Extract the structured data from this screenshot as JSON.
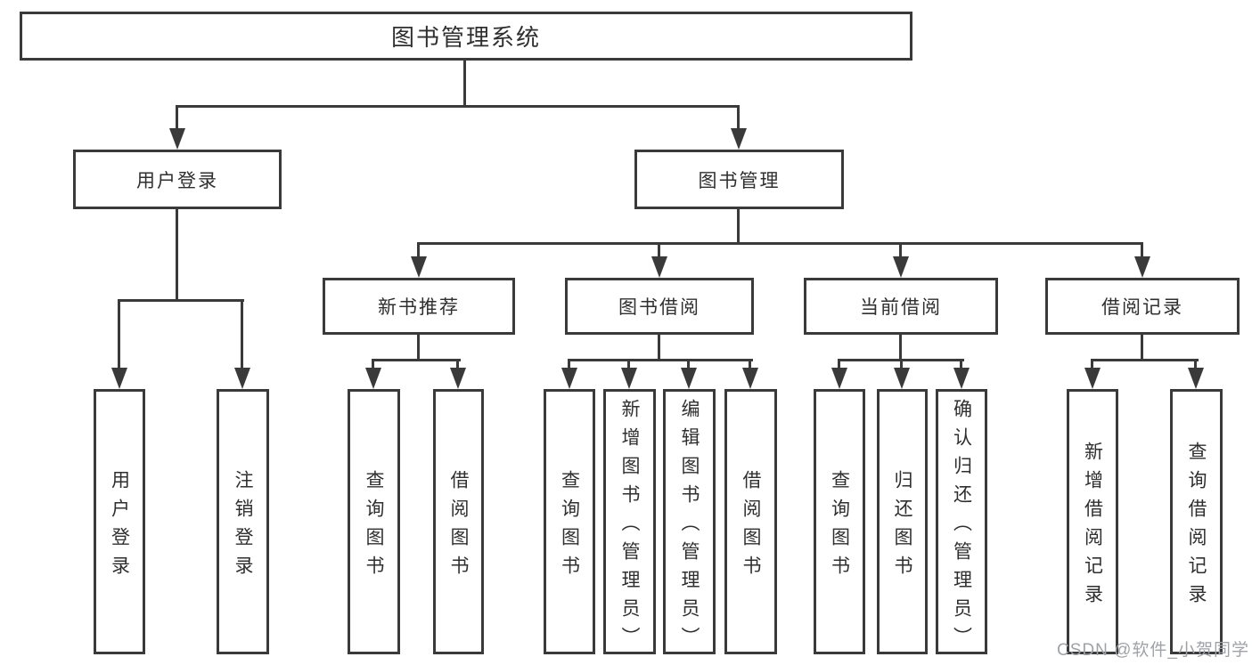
{
  "tree": {
    "root": {
      "label": "图书管理系统"
    },
    "branches": [
      {
        "label": "用户登录",
        "children": [
          {
            "label": "用户登录"
          },
          {
            "label": "注销登录"
          }
        ]
      },
      {
        "label": "图书管理",
        "children": [
          {
            "label": "新书推荐",
            "children": [
              {
                "label": "查询图书"
              },
              {
                "label": "借阅图书"
              }
            ]
          },
          {
            "label": "图书借阅",
            "children": [
              {
                "label": "查询图书"
              },
              {
                "label": "新增图书（管理员）"
              },
              {
                "label": "编辑图书（管理员）"
              },
              {
                "label": "借阅图书"
              }
            ]
          },
          {
            "label": "当前借阅",
            "children": [
              {
                "label": "查询图书"
              },
              {
                "label": "归还图书"
              },
              {
                "label": "确认归还（管理员）"
              }
            ]
          },
          {
            "label": "借阅记录",
            "children": [
              {
                "label": "新增借阅记录"
              },
              {
                "label": "查询借阅记录"
              }
            ]
          }
        ]
      }
    ]
  },
  "watermark": {
    "text": "CSDN @软件_小贺同学"
  },
  "colors": {
    "line": "#3a3a3a",
    "text": "#2f2f2f",
    "background": "#ffffff",
    "watermark": "#9fa2a7"
  }
}
